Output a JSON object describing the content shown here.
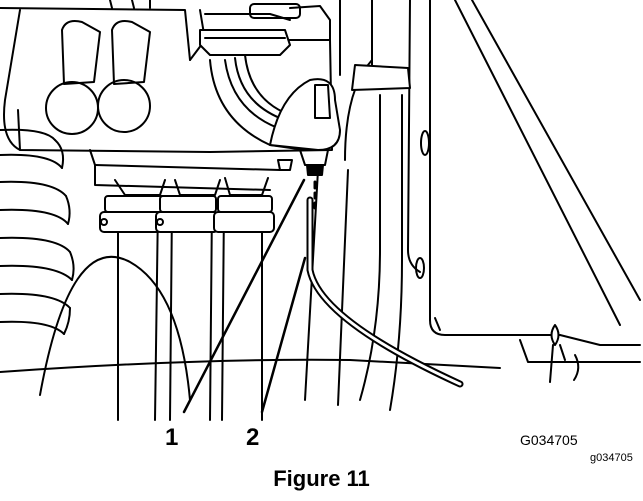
{
  "callouts": [
    {
      "label": "1"
    },
    {
      "label": "2"
    }
  ],
  "drawing_code_upper": "G034705",
  "drawing_code_lower": "g034705",
  "caption": "Figure 11"
}
